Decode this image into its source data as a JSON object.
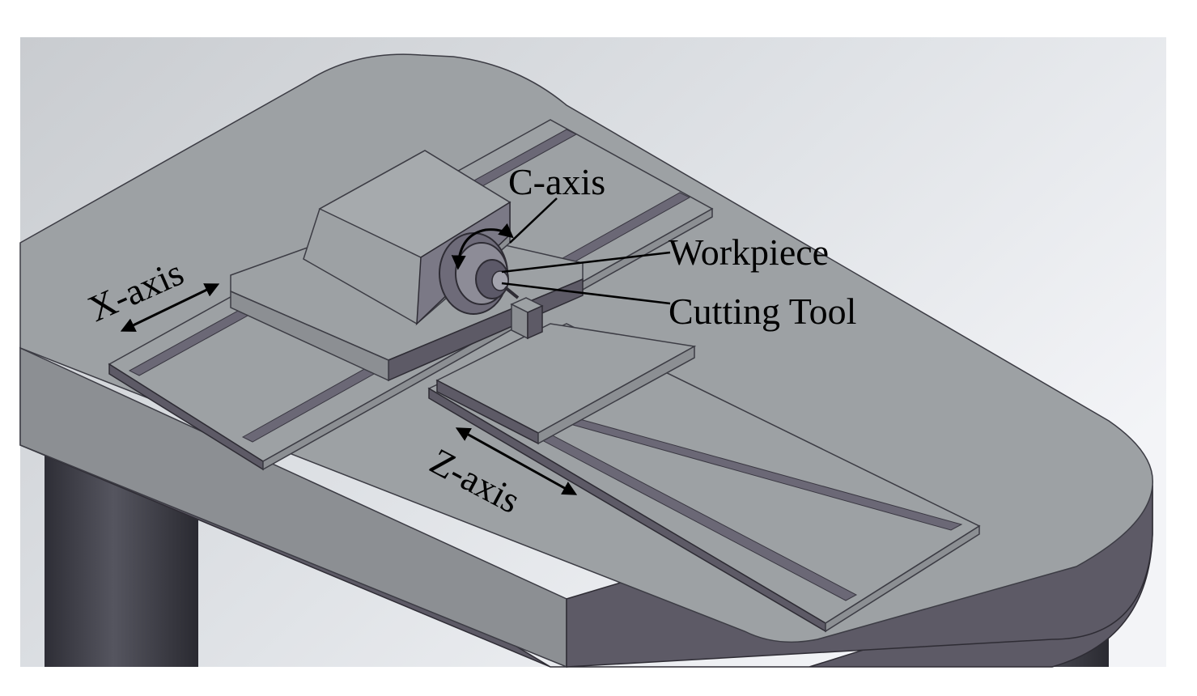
{
  "figure": {
    "title": "",
    "colors": {
      "background": "#ffffff",
      "table_top": "#9da1a4",
      "table_edge": "#5d5a66",
      "legs": "#3f3f47",
      "text": "#000000"
    }
  },
  "labels": {
    "c_axis": "C-axis",
    "workpiece": "Workpiece",
    "cutting_tool": "Cutting Tool",
    "x_axis": "X-axis",
    "z_axis": "Z-axis"
  },
  "components": [
    "machine-table",
    "x-axis-rail",
    "x-axis-slide",
    "spindle-headstock",
    "chuck",
    "workpiece",
    "cutting-tool",
    "z-axis-rail",
    "z-axis-slide",
    "table-legs"
  ]
}
